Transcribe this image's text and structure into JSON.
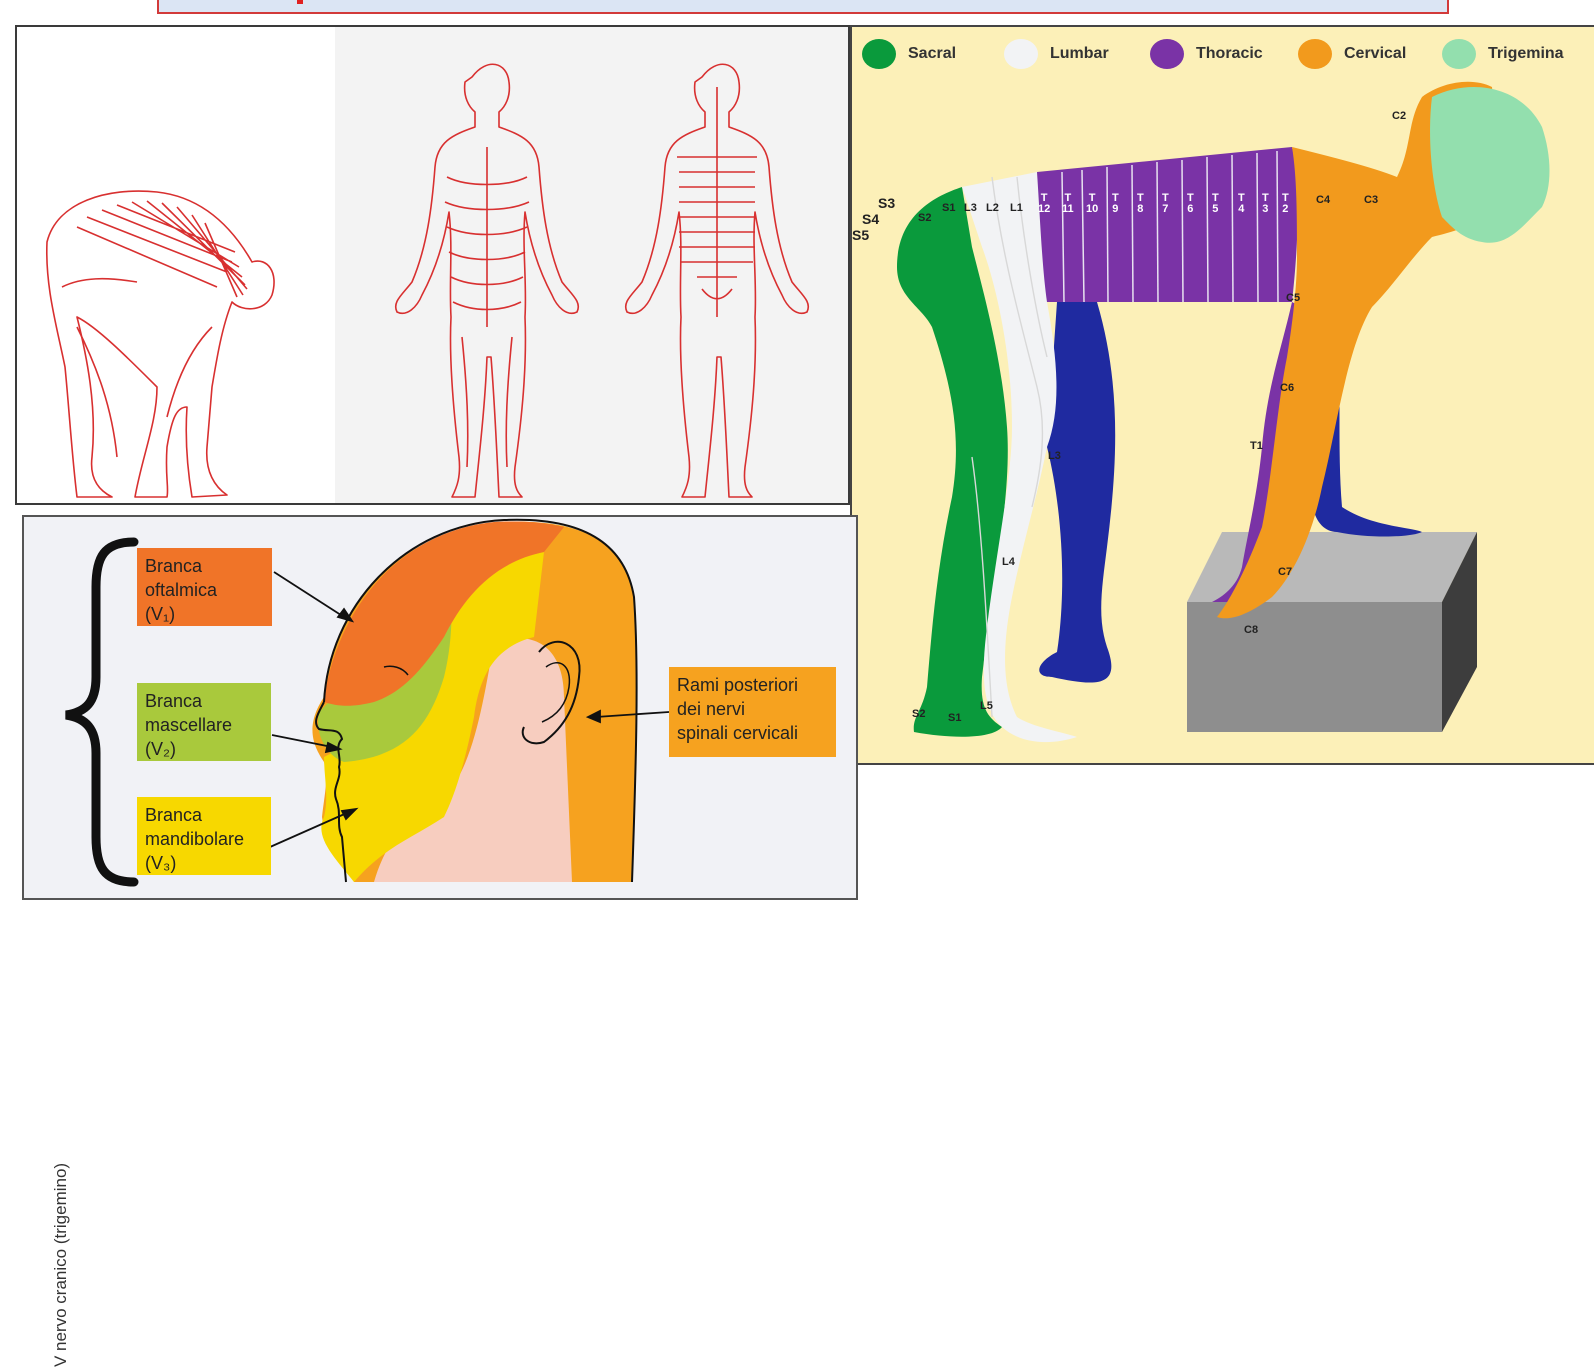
{
  "colors": {
    "sacral": "#0a9a3c",
    "lumbar": "#f2f3f5",
    "thoracic": "#7a33a6",
    "cervical": "#f29a1d",
    "trigeminal": "#93dfae",
    "extra_blue": "#1f2aa0",
    "v1": "#f07428",
    "v2": "#a9c93c",
    "v3": "#f7d800",
    "posterior": "#f6a21f",
    "neck_pink": "#f7cdbf"
  },
  "dermatome_map": {
    "legend": [
      {
        "label": "Sacral",
        "color": "#0a9a3c"
      },
      {
        "label": "Lumbar",
        "color": "#f2f3f5"
      },
      {
        "label": "Thoracic",
        "color": "#7a33a6"
      },
      {
        "label": "Cervical",
        "color": "#f29a1d"
      },
      {
        "label": "Trigemina",
        "color": "#93dfae"
      }
    ],
    "sacral_side_labels": [
      "S3",
      "S4",
      "S5"
    ],
    "top_back_labels": [
      "S2",
      "S1",
      "L3",
      "L2",
      "L1"
    ],
    "thoracic_labels": [
      "T\n12",
      "T\n11",
      "T\n10",
      "T\n9",
      "T\n8",
      "T\n7",
      "T\n6",
      "T\n5",
      "T\n4",
      "T\n3",
      "T\n2"
    ],
    "cervical_labels": [
      "C2",
      "C3",
      "C4",
      "C5",
      "C6",
      "C7",
      "C8",
      "T1"
    ],
    "leg_labels": [
      "L3",
      "L4",
      "L5",
      "S2",
      "S1"
    ]
  },
  "trigeminal_head": {
    "vertical_title": "V nervo cranico (trigemino)",
    "labels": [
      {
        "lines": [
          "Branca",
          "oftalmica",
          "(V₁)"
        ]
      },
      {
        "lines": [
          "Branca",
          "mascellare",
          "(V₂)"
        ]
      },
      {
        "lines": [
          "Branca",
          "mandibolare",
          "(V₃)"
        ]
      },
      {
        "lines": [
          "Rami posteriori",
          "dei nervi",
          "spinali cervicali"
        ]
      }
    ]
  }
}
